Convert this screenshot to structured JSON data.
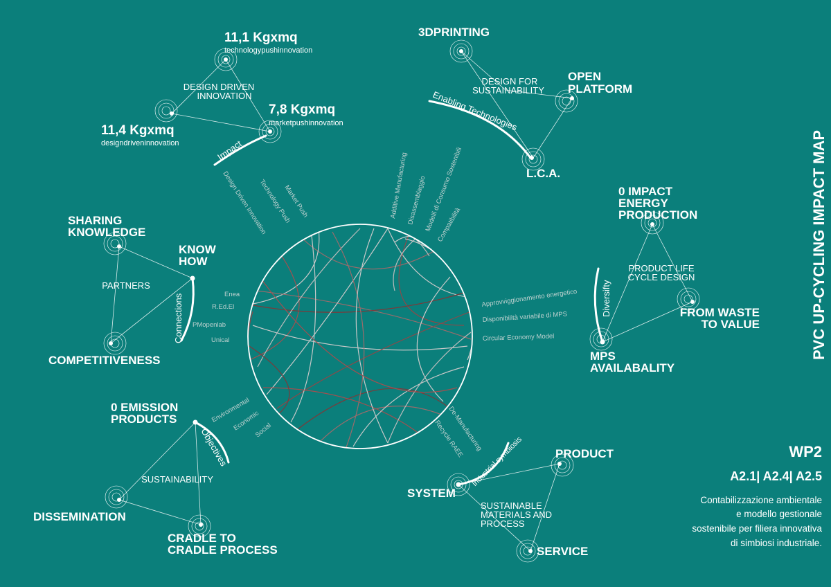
{
  "title": "PVC UP-CYCLING IMPACT MAP",
  "wp": {
    "code": "WP2",
    "activities": "A2.1| A2.4| A2.5",
    "description_lines": [
      "Contabilizzazione ambientale",
      "e modello gestionale",
      "sostenibile per filiera innovativa",
      "di simbiosi industriale."
    ]
  },
  "impact": {
    "arc_label": "Impact",
    "hub": "DESIGN DRIVEN INNOVATION",
    "nodes": [
      {
        "value": "11,1 Kgxmq",
        "sub": "technologypushinnovation"
      },
      {
        "value": "7,8 Kgxmq",
        "sub": "marketpushinnovation"
      },
      {
        "value": "11,4 Kgxmq",
        "sub": "designdriveninnovation"
      }
    ],
    "spokes": [
      "Design Driven Innovation",
      "Technology Push",
      "Market Push"
    ]
  },
  "enabling": {
    "arc_label": "Enabling Technologies",
    "hub": "DESIGN FOR SUSTAINABILITY",
    "nodes": [
      "3DPRINTING",
      "OPEN PLATFORM",
      "L.C.A."
    ],
    "spokes": [
      "Additive Manufacturing",
      "Disassemblaggio",
      "Modelli di Consumo Sostenibili",
      "Compatibilità"
    ]
  },
  "connections": {
    "arc_label": "Connections",
    "hub": "PARTNERS",
    "nodes": [
      "SHARING KNOWLEDGE",
      "KNOW HOW",
      "COMPETITIVENESS"
    ],
    "spokes": [
      "Enea",
      "R.Ed.El",
      "PMopenlab",
      "Unical"
    ]
  },
  "diversity": {
    "arc_label": "Diversifty",
    "hub": "PRODUCT LIFE CYCLE DESIGN",
    "nodes": [
      "0 IMPACT ENERGY PRODUCTION",
      "FROM WASTE TO VALUE",
      "MPS AVAILABALITY"
    ],
    "spokes": [
      "Approvviggionamento energetico",
      "Disponibilità variabile di MPS",
      "Circular Economy Model"
    ]
  },
  "objectives": {
    "arc_label": "Objectives",
    "hub": "SUSTAINABILITY",
    "nodes": [
      "0 EMISSION PRODUCTS",
      "DISSEMINATION",
      "CRADLE TO CRADLE PROCESS"
    ],
    "spokes": [
      "Environmental",
      "Economic",
      "Social"
    ]
  },
  "symbiosis": {
    "arc_label": "Industrial symbiosis",
    "hub": "SUSTAINABLE MATERIALS AND PROCESS",
    "nodes": [
      "PRODUCT",
      "SYSTEM",
      "SERVICE"
    ],
    "spokes": [
      "De-Manufacturing",
      "Recycle RAEE"
    ]
  },
  "colors": {
    "background": "#0b7f7b",
    "foreground": "#ffffff",
    "chord_dark": "#7a3b3b",
    "chord_light": "#c9c9c9"
  }
}
